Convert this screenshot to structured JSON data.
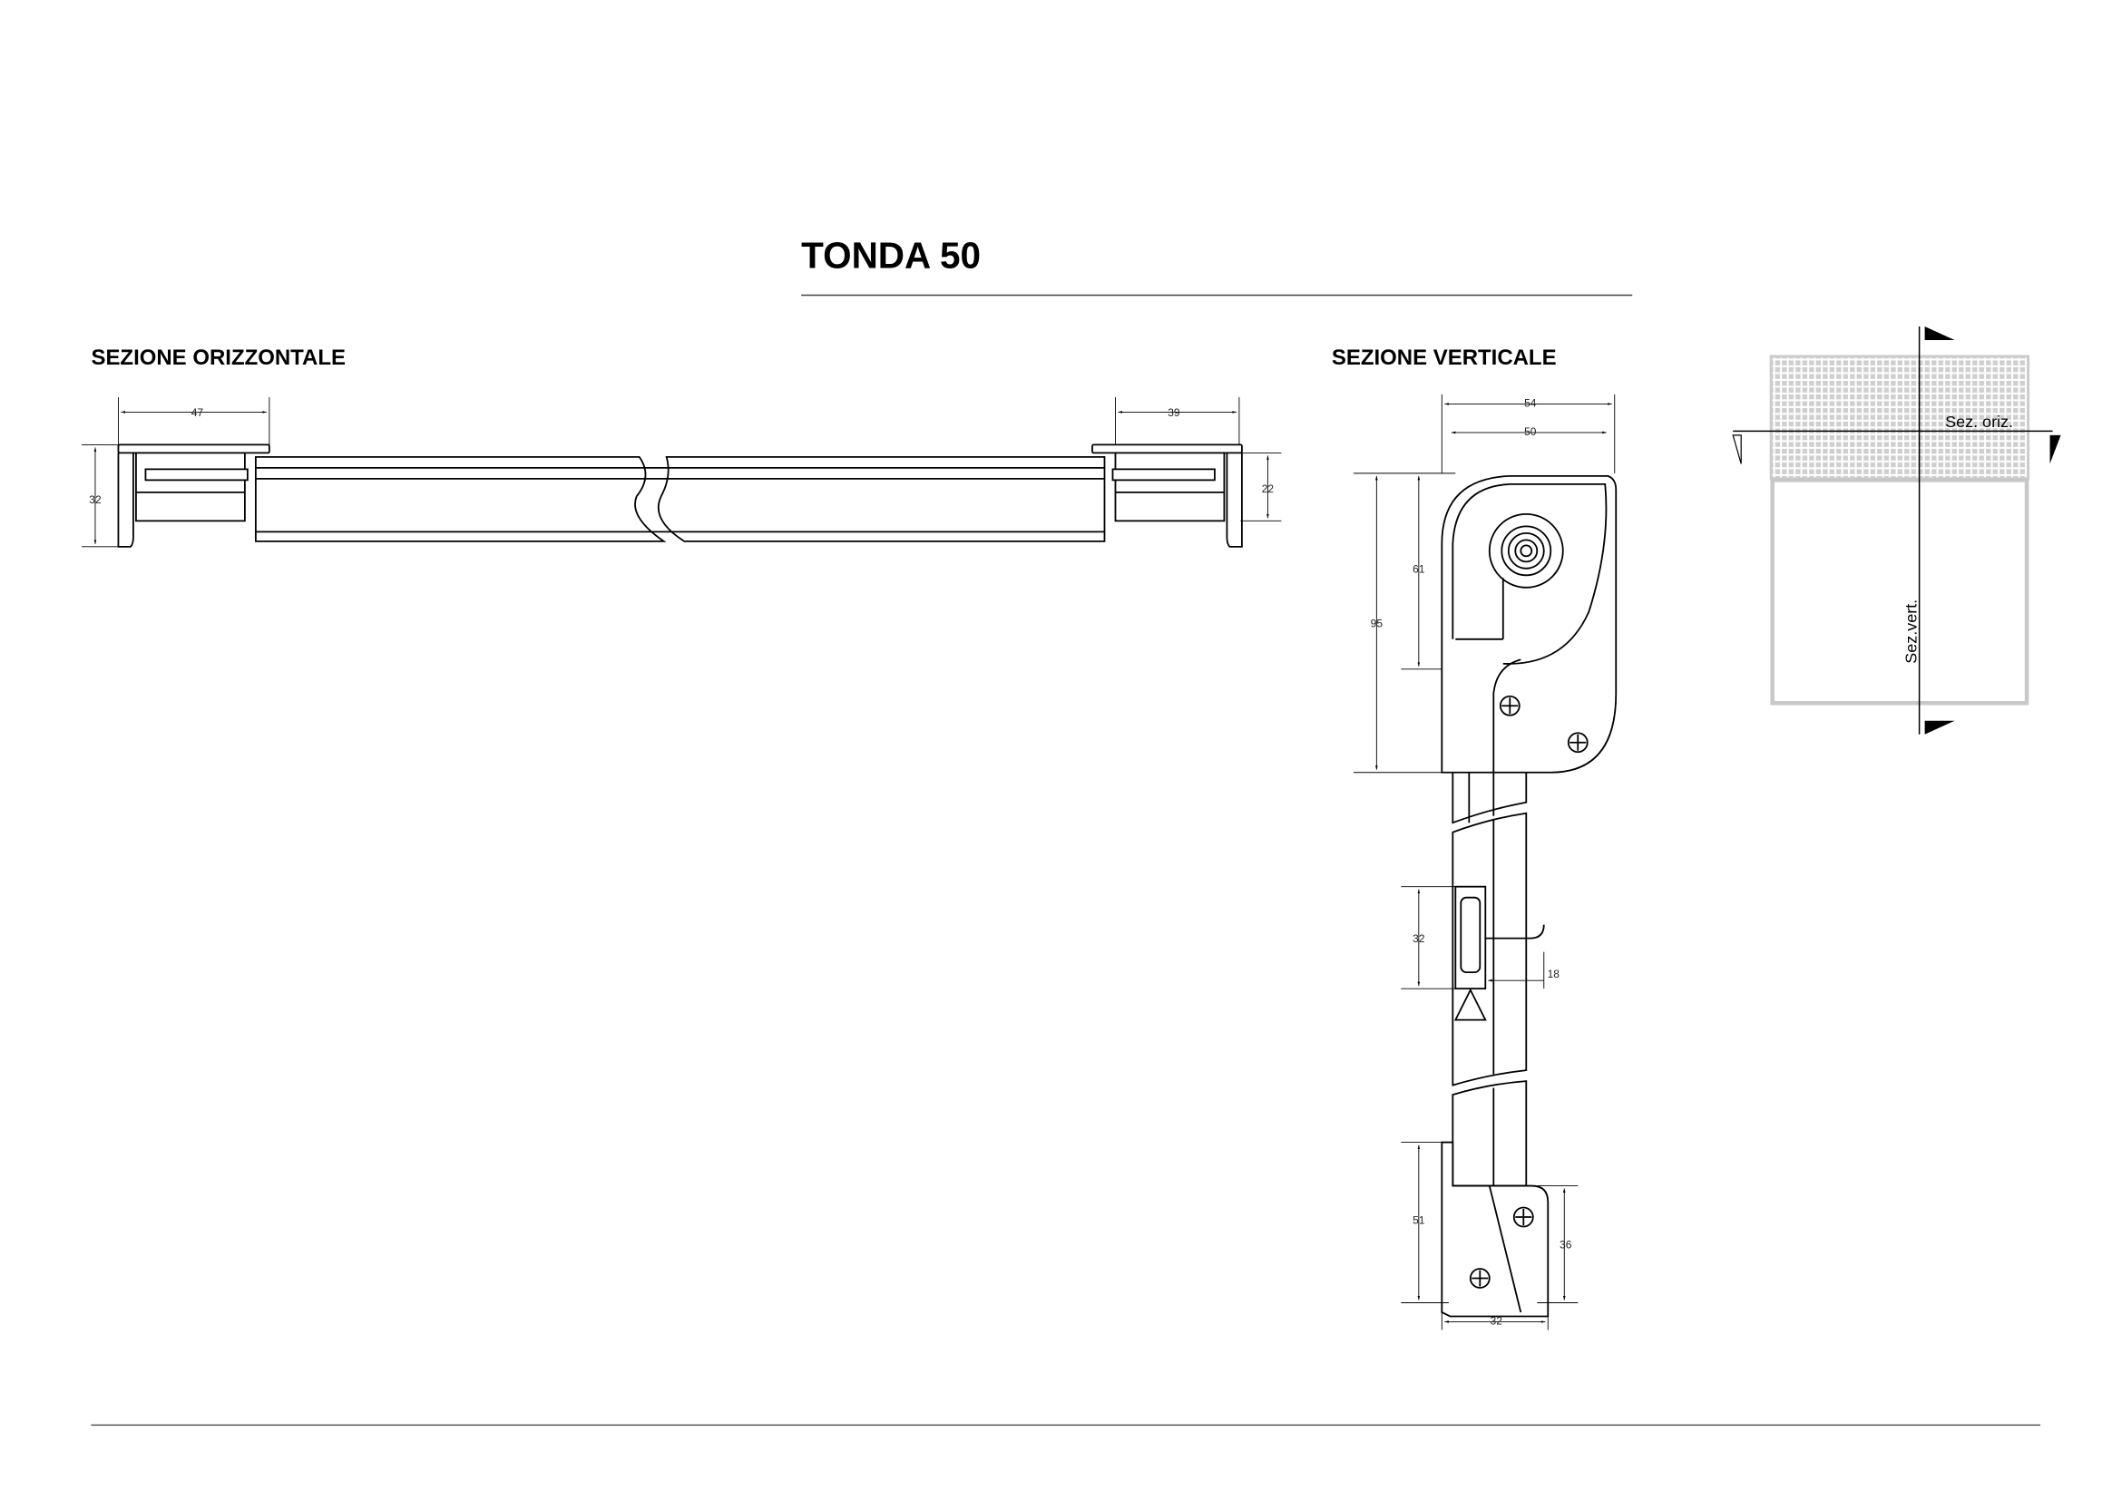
{
  "title": "TONDA 50",
  "sections": {
    "horizontal": "SEZIONE ORIZZONTALE",
    "vertical": "SEZIONE VERTICALE"
  },
  "horizontal_dims": {
    "left_width": "47",
    "right_width": "39",
    "left_height": "32",
    "right_height": "22"
  },
  "vertical_dims": {
    "outer_width": "54",
    "inner_width": "50",
    "box_height": "95",
    "roller_height": "61",
    "handle_height": "32",
    "handle_depth": "18",
    "bottom_height": "51",
    "bottom_bracket_height": "36",
    "bottom_width": "32"
  },
  "key_plan": {
    "horizontal_label": "Sez. oriz.",
    "vertical_label": "Sez.vert."
  }
}
